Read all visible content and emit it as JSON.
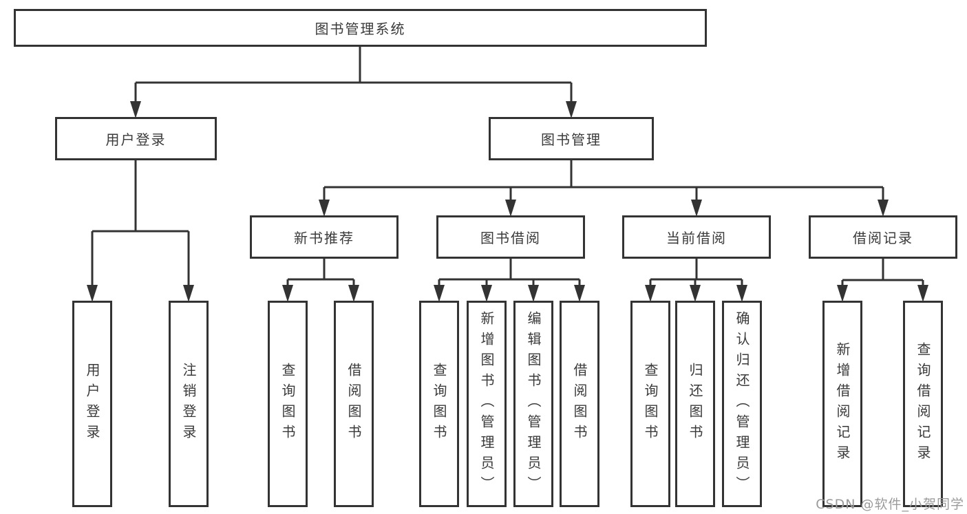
{
  "colors": {
    "line": "#333333",
    "node_border": "#333333",
    "node_text": "#3a3a3a",
    "background": "#ffffff",
    "watermark_text": "#9b9b9b"
  },
  "nodes": {
    "root": "图书管理系统",
    "l2": [
      "用户登录",
      "图书管理"
    ],
    "l3": [
      "新书推荐",
      "图书借阅",
      "当前借阅",
      "借阅记录"
    ],
    "login_children": [
      "用户登录",
      "注销登录"
    ],
    "newbook_children": [
      "查询图书",
      "借阅图书"
    ],
    "borrow_children": [
      "查询图书",
      "新增图书（管理员）",
      "编辑图书（管理员）",
      "借阅图书"
    ],
    "current_children": [
      "查询图书",
      "归还图书",
      "确认归还（管理员）"
    ],
    "record_children": [
      "新增借阅记录",
      "查询借阅记录"
    ]
  },
  "watermark": "CSDN @软件_小贺同学"
}
